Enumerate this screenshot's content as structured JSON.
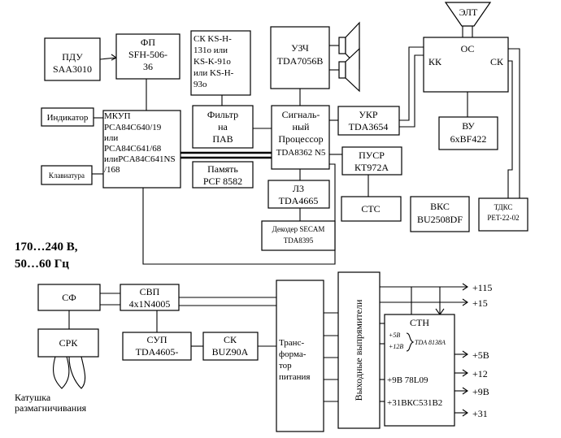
{
  "blocks": {
    "pdu": [
      "ПДУ",
      "SAA3010"
    ],
    "fp": [
      "ФП",
      "SFH-506-",
      "36"
    ],
    "sk_ks": [
      "СК KS-H-",
      "131o или",
      "KS-K-91o",
      "или KS-H-",
      "93o"
    ],
    "uzch": [
      "УЗЧ",
      "TDA7056B"
    ],
    "elt": "ЭЛТ",
    "os": "ОС",
    "kk": "КК",
    "sk": "СК",
    "indicator": "Индикатор",
    "klaviatura": "Клавиатура",
    "mkup": [
      "МКУП",
      "PCA84C640/19",
      "или",
      "PCA84C641/68",
      "илиPCA84C641NS",
      "/168"
    ],
    "filter": [
      "Фильтр",
      "на",
      "ПАВ"
    ],
    "processor": [
      "Сигналь-",
      "ный",
      "Процессор",
      "TDA8362 N5"
    ],
    "ukr": [
      "УКР",
      "TDA3654"
    ],
    "vu": [
      "ВУ",
      "6xBF422"
    ],
    "pamyat": [
      "Память",
      "PCF 8582"
    ],
    "pusr": [
      "ПУСР",
      "КТ972А"
    ],
    "l3": [
      "Л3",
      "TDA4665"
    ],
    "stc": "СТС",
    "vks": [
      "ВКС",
      "BU2508DF"
    ],
    "tdks": [
      "ТДКС",
      "PET-22-02"
    ],
    "dekoder": [
      "Декодер SECAM",
      "TDA8395"
    ],
    "sf": "СФ",
    "svp": [
      "СВП",
      "4x1N4005"
    ],
    "srk": "СРК",
    "sup": [
      "СУП",
      "TDA4605-"
    ],
    "ck_buz": [
      "СК",
      "BUZ90A"
    ],
    "trans": [
      "Транс-",
      "форма-",
      "тор",
      "питания"
    ],
    "vyprj": "Выходные выпрямители",
    "stn": "СТН",
    "stn_5b": "+5В",
    "stn_12b": "+12В",
    "stn_tda": "TDA 8138A",
    "stn_9b": "+9В 78L09",
    "stn_31b": "+31ВКС531В2"
  },
  "supply": {
    "line1": "170…240 В,",
    "line2": "50…60 Гц"
  },
  "coil": [
    "Катушка",
    "размагничивания"
  ],
  "outputs": {
    "o115": "+115",
    "o15": "+15",
    "o5b": "+5В",
    "o12": "+12",
    "o9b": "+9В",
    "o31": "+31"
  }
}
